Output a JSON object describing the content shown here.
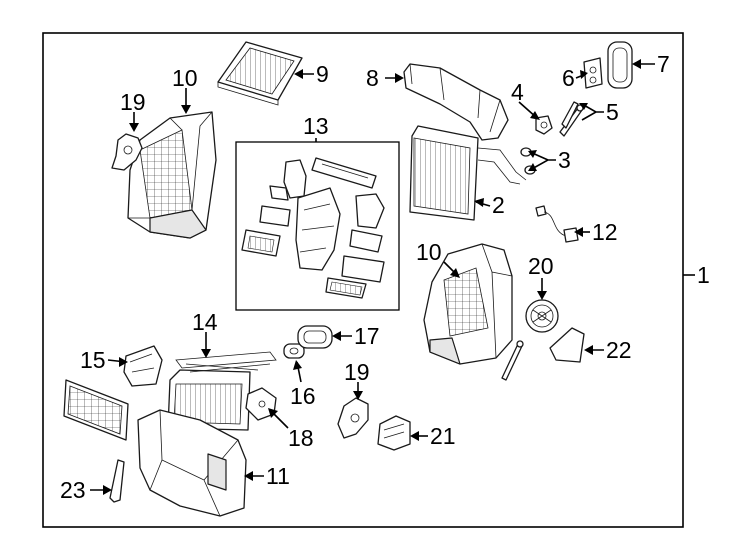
{
  "diagram": {
    "callouts": {
      "c1": "1",
      "c2": "2",
      "c3": "3",
      "c4": "4",
      "c5": "5",
      "c6": "6",
      "c7": "7",
      "c8": "8",
      "c9": "9",
      "c10a": "10",
      "c10b": "10",
      "c11": "11",
      "c12": "12",
      "c13": "13",
      "c14": "14",
      "c15": "15",
      "c16": "16",
      "c17": "17",
      "c18": "18",
      "c19a": "19",
      "c19b": "19",
      "c20": "20",
      "c21": "21",
      "c22": "22",
      "c23": "23"
    }
  }
}
